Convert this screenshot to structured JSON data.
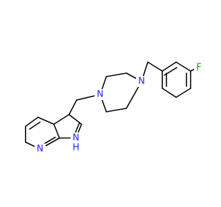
{
  "colors": {
    "bond": "#000000",
    "nitrogen": "#1f1fff",
    "fluorine": "#00a000",
    "hydrogen": "#1f1fff",
    "background": "#ffffff"
  },
  "atoms": {
    "n_piperazine_left": "N",
    "n_piperazine_right": "N",
    "fluorine": "F",
    "n_pyridine": "N",
    "n_pyrrole": "N",
    "h_pyrrole": "H"
  }
}
